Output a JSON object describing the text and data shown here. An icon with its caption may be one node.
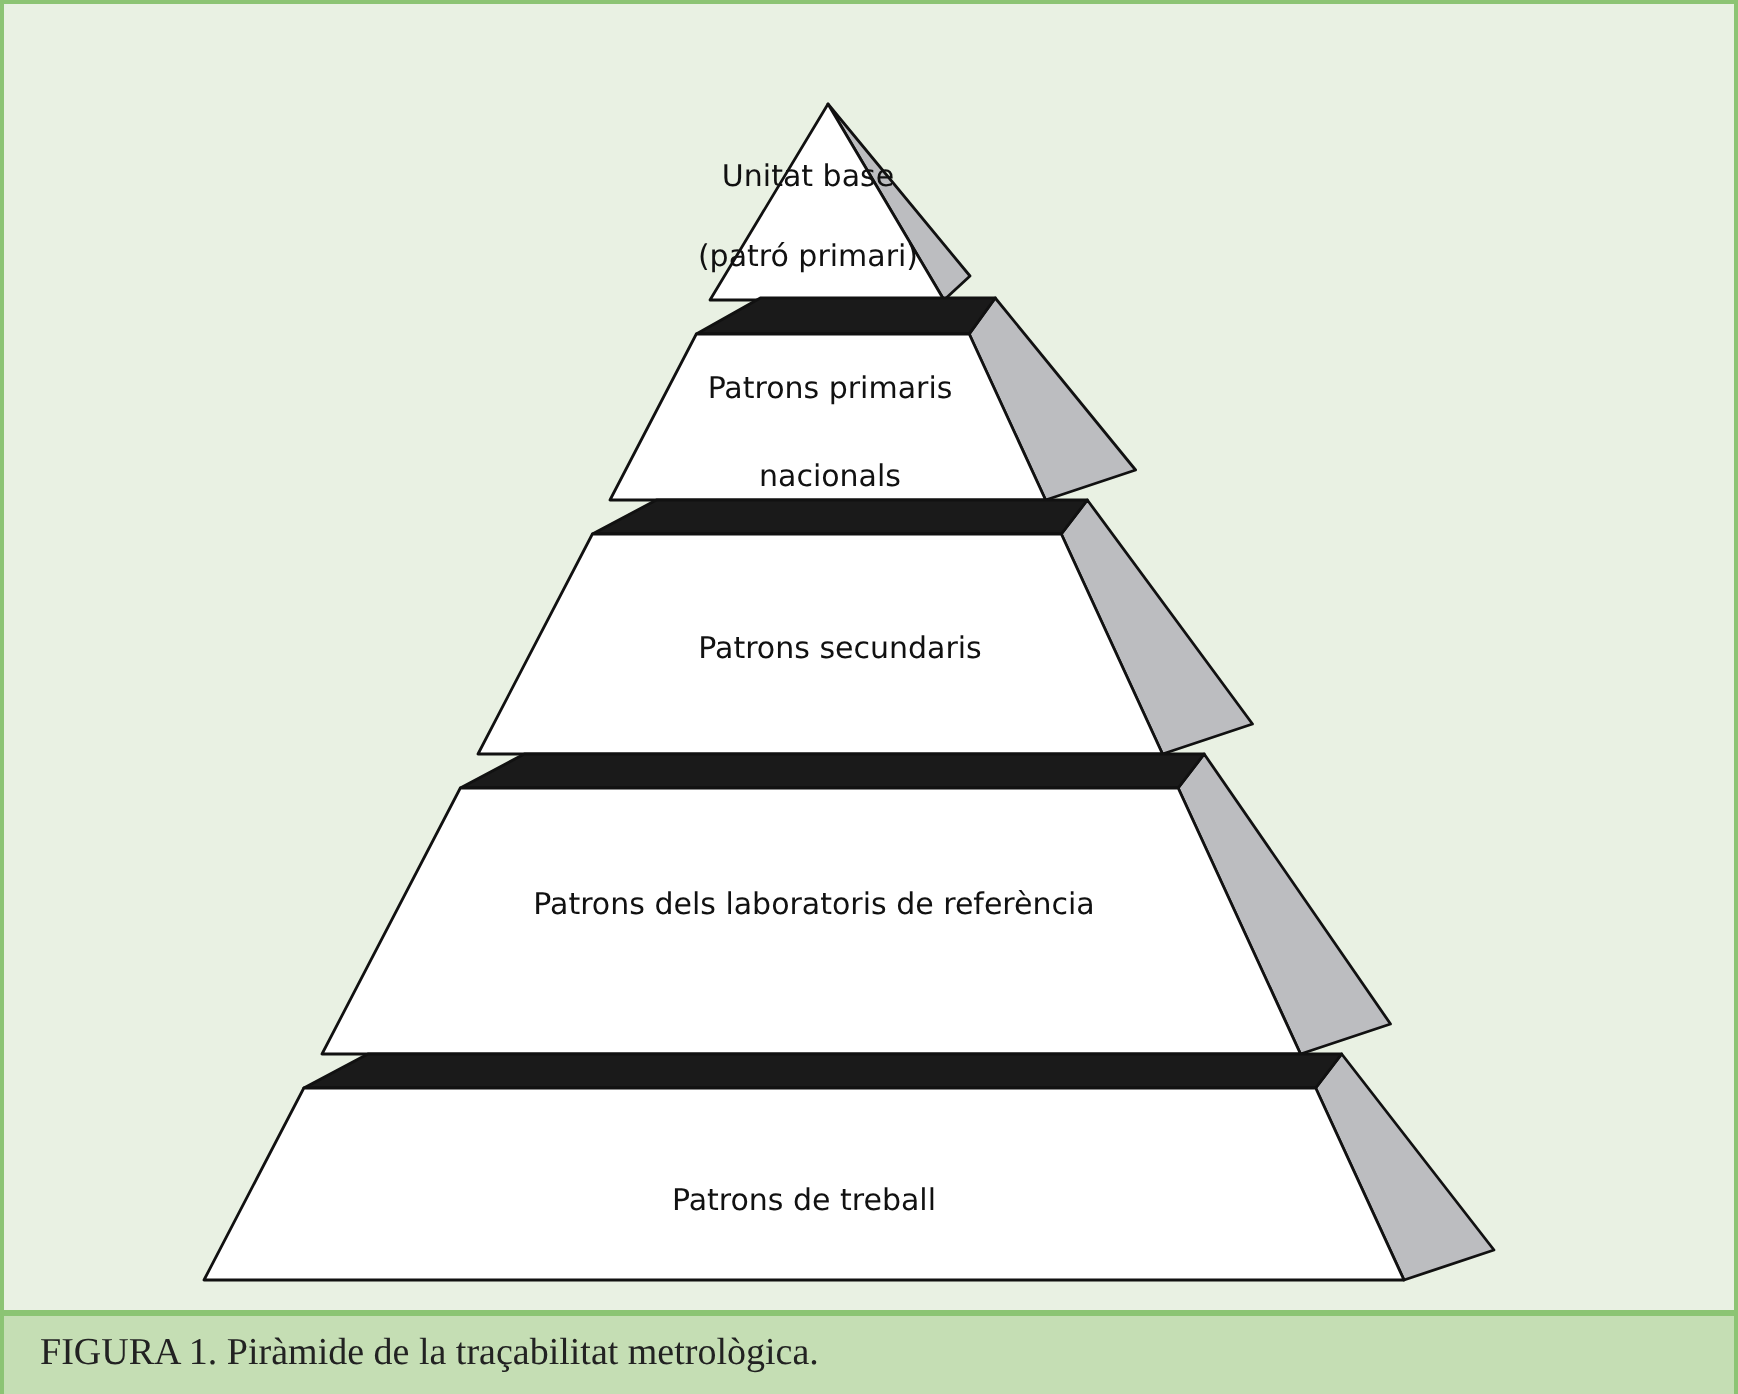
{
  "diagram": {
    "caption": "FIGURA 1.  Piràmide de la traçabilitat metrològica.",
    "nodes": [
      {
        "text": [
          "Unitat base (patró primari)"
        ]
      },
      {
        "text": [
          "Patrons primaris nacionals"
        ]
      },
      {
        "text": [
          "Patrons secundaris"
        ]
      },
      {
        "text": [
          "Patrons dels laboratoris de referència"
        ]
      },
      {
        "text": [
          "Patrons de treball"
        ]
      }
    ]
  }
}
